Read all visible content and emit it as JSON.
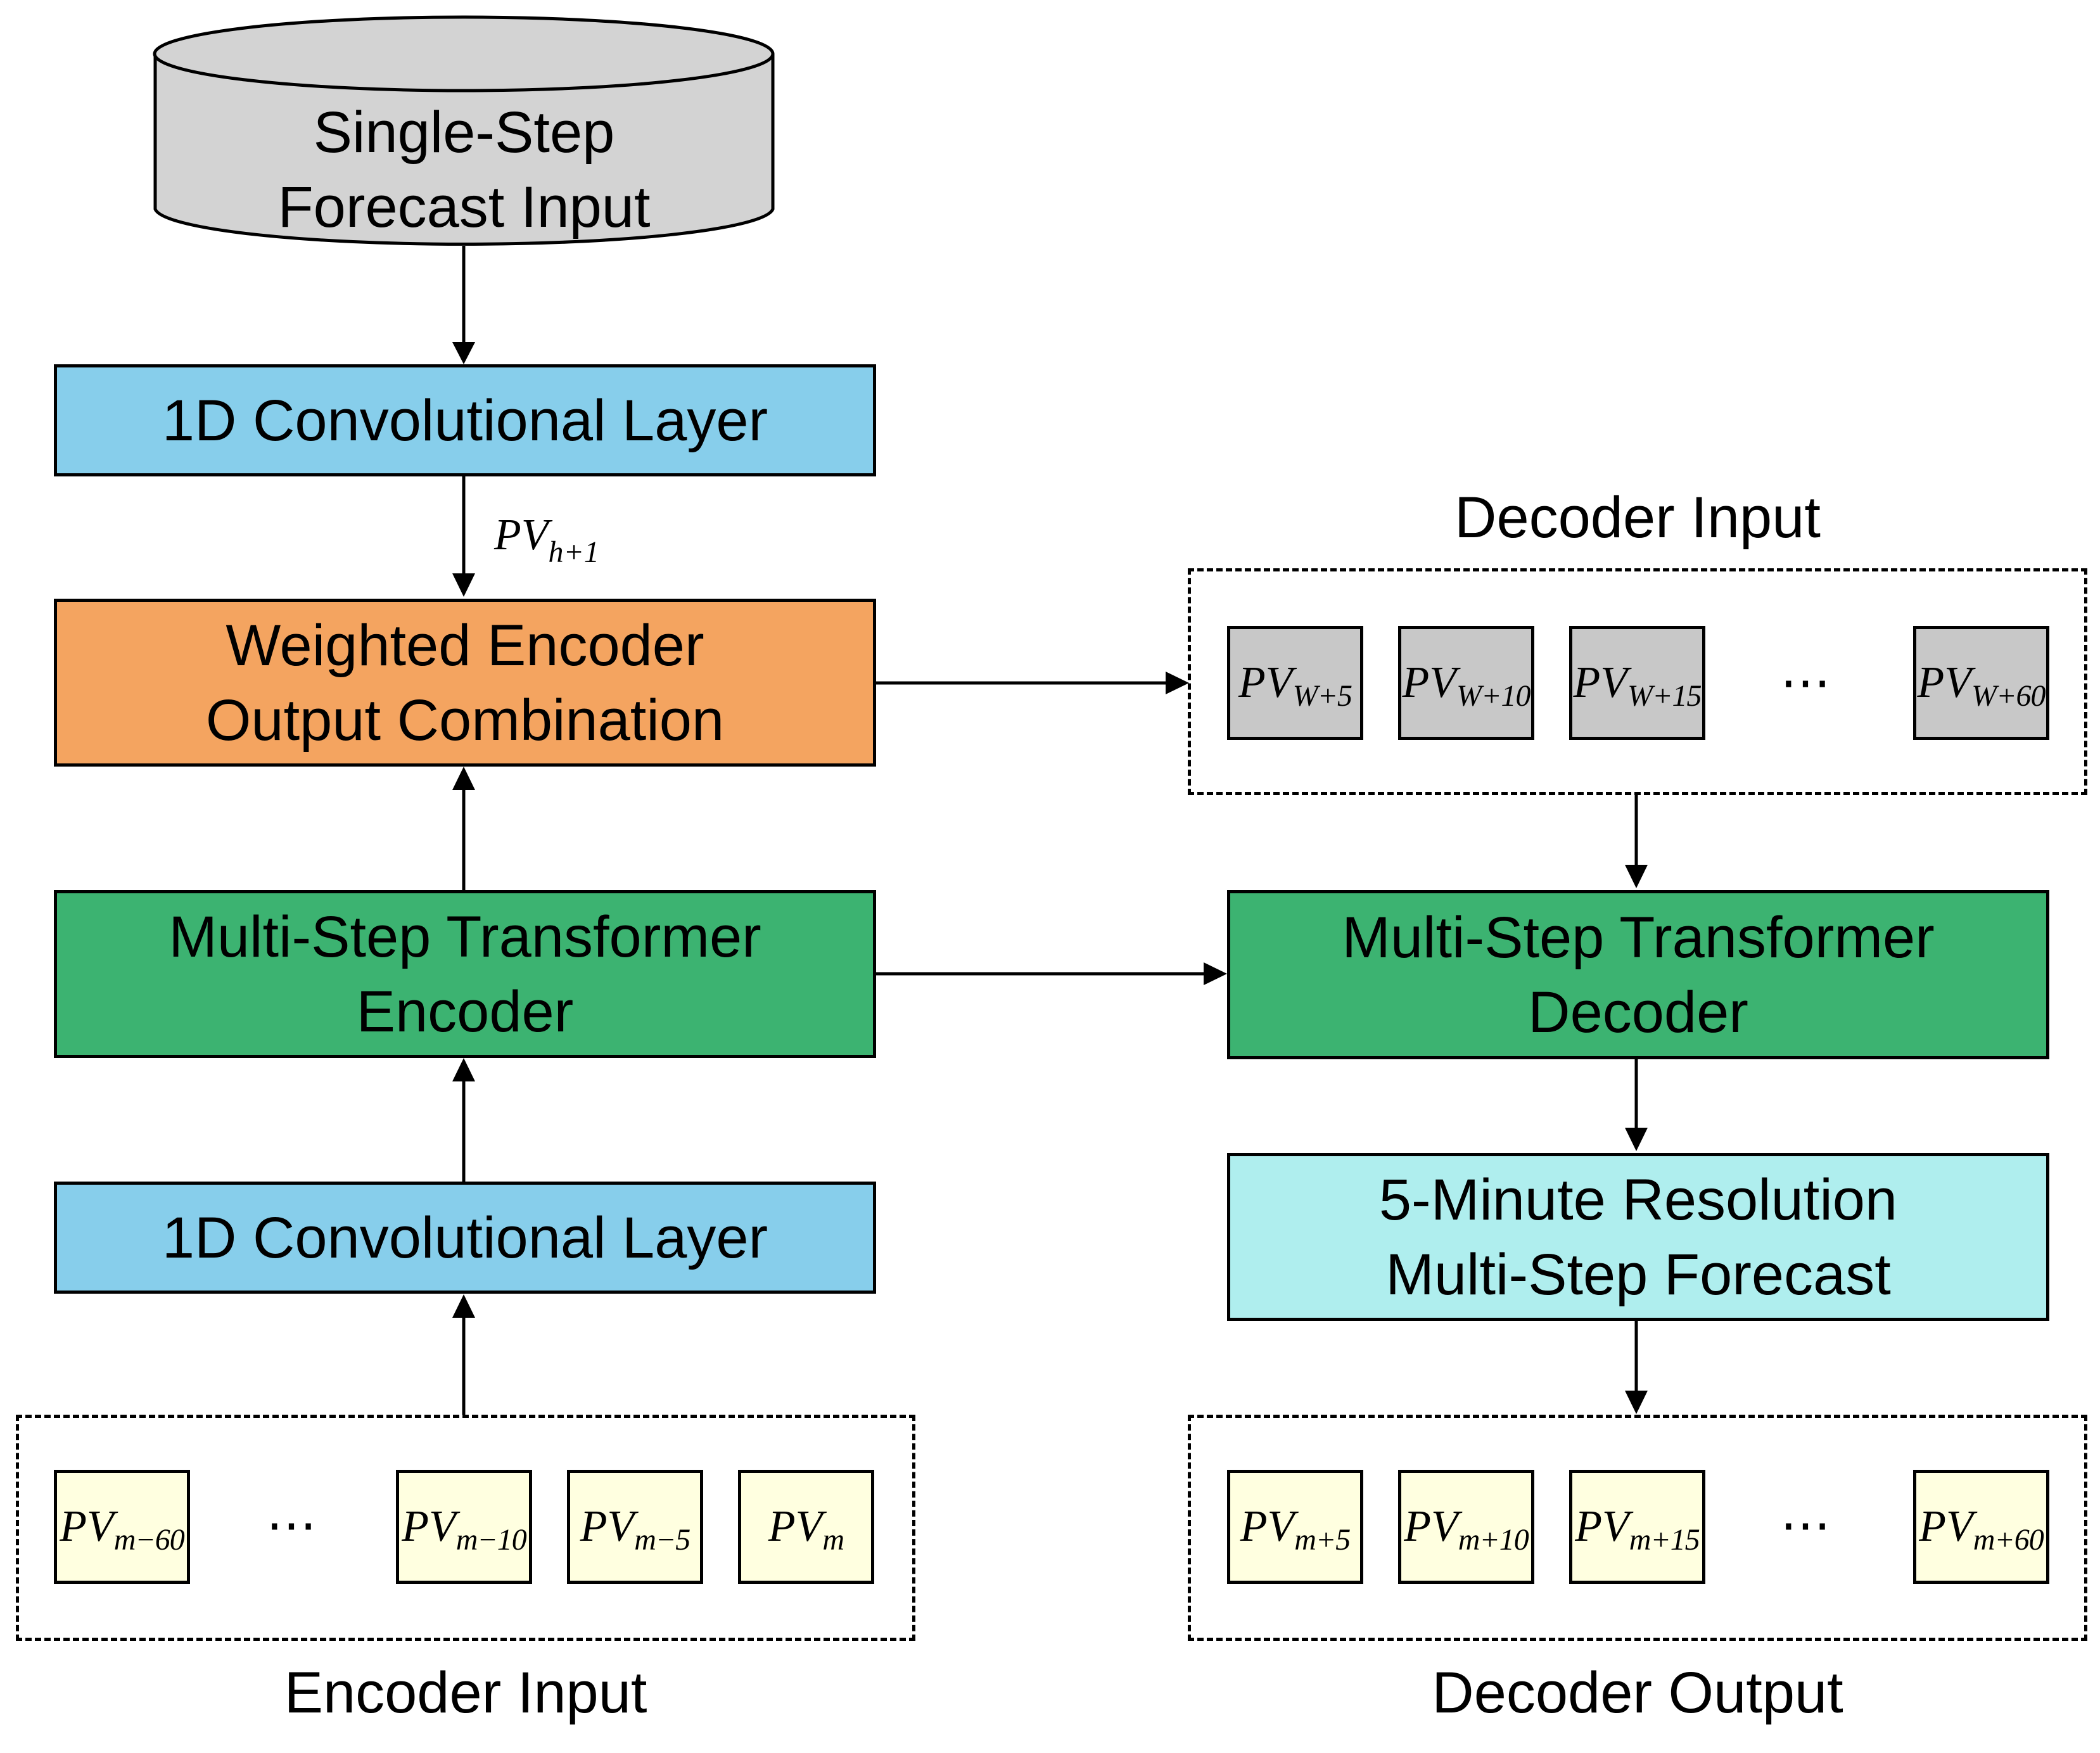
{
  "colors": {
    "conv": "#87ceeb",
    "combine": "#f4a460",
    "transformer": "#3cb371",
    "forecast": "#afeeee",
    "database": "#d3d3d3",
    "decoder_input_cell": "#c8c8c8",
    "io_cell": "#ffffe0"
  },
  "database": {
    "line1": "Single-Step",
    "line2": "Forecast Input",
    "shape": "cylinder"
  },
  "conv_top": {
    "label": "1D Convolutional Layer"
  },
  "pv_h1": {
    "main": "PV",
    "sub": "h+1"
  },
  "combine": {
    "line1": "Weighted Encoder",
    "line2": "Output Combination"
  },
  "encoder": {
    "line1": "Multi-Step Transformer",
    "line2": "Encoder"
  },
  "conv_bottom": {
    "label": "1D Convolutional Layer"
  },
  "encoder_input": {
    "caption": "Encoder Input",
    "ellipsis": "⋯",
    "cells": [
      {
        "main": "PV",
        "sub": "m−60"
      },
      {
        "main": "PV",
        "sub": "m−10"
      },
      {
        "main": "PV",
        "sub": "m−5"
      },
      {
        "main": "PV",
        "sub": "m"
      }
    ]
  },
  "decoder_input": {
    "caption": "Decoder Input",
    "ellipsis": "⋯",
    "cells": [
      {
        "main": "PV",
        "sub": "W+5"
      },
      {
        "main": "PV",
        "sub": "W+10"
      },
      {
        "main": "PV",
        "sub": "W+15"
      },
      {
        "main": "PV",
        "sub": "W+60"
      }
    ]
  },
  "decoder": {
    "line1": "Multi-Step Transformer",
    "line2": "Decoder"
  },
  "forecast": {
    "line1": "5-Minute Resolution",
    "line2": "Multi-Step Forecast"
  },
  "decoder_output": {
    "caption": "Decoder Output",
    "ellipsis": "⋯",
    "cells": [
      {
        "main": "PV",
        "sub": "m+5"
      },
      {
        "main": "PV",
        "sub": "m+10"
      },
      {
        "main": "PV",
        "sub": "m+15"
      },
      {
        "main": "PV",
        "sub": "m+60"
      }
    ]
  }
}
